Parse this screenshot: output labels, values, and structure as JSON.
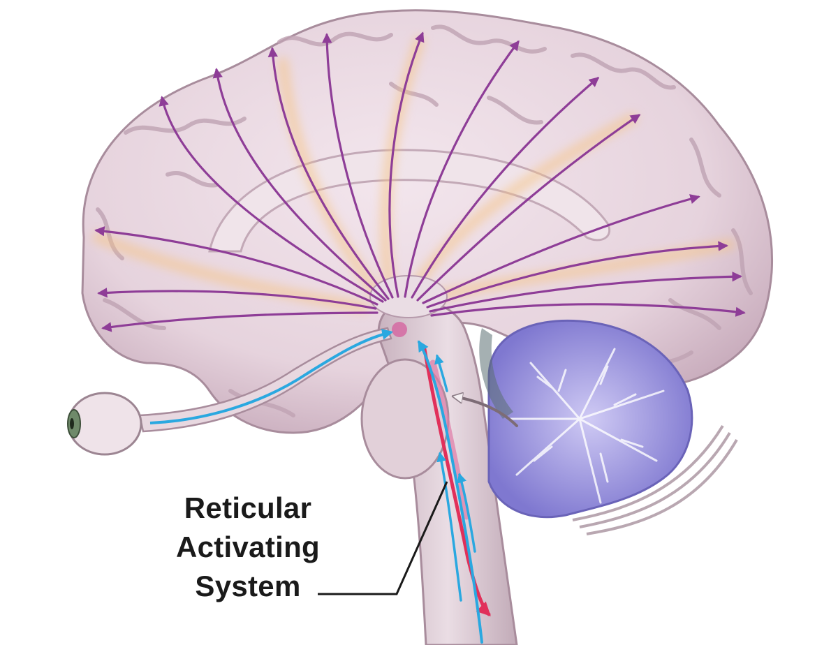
{
  "label": {
    "lines": [
      "Reticular",
      "Activating",
      "System"
    ]
  },
  "colors": {
    "background": "#ffffff",
    "cortex": "#ead9e2",
    "cortex_shadow": "#b69aab",
    "projection_arrows": "#8e3d97",
    "glow": "#f6c584",
    "ascending_pathway": "#2aa8e0",
    "descending_pathway": "#e1305a",
    "cerebellum": "#8c86d8",
    "brainstem": "#d8c4cf",
    "label_text": "#1a1a1a"
  },
  "icons": [
    "eye-icon"
  ]
}
